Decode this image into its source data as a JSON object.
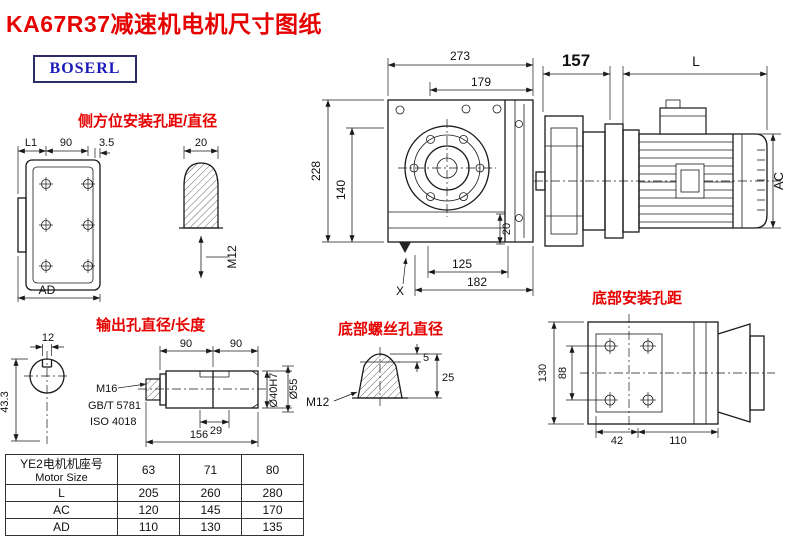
{
  "page": {
    "title": "KA67R37减速机电机尺寸图纸",
    "logo": "BOSERL"
  },
  "labels": {
    "side_mount": "侧方位安装孔距/直径",
    "output": "输出孔直径/长度",
    "bottom_screw": "底部螺丝孔直径",
    "bottom_mount": "底部安装孔距"
  },
  "front_view": {
    "d273": "273",
    "d179": "179",
    "d228": "228",
    "d140": "140",
    "d125": "125",
    "d182": "182",
    "d20": "20",
    "x_mark": "X"
  },
  "right_view": {
    "d157": "157",
    "dL": "L",
    "dAC": "AC"
  },
  "side_view": {
    "dL1": "L1",
    "d90": "90",
    "d35": "3.5",
    "dAD": "AD",
    "hole_d20": "20",
    "hole_m12": "M12"
  },
  "output_view": {
    "d12": "12",
    "d433": "43.3",
    "d90a": "90",
    "d90b": "90",
    "m16": "M16",
    "gbt": "GB/T 5781",
    "iso": "ISO 4018",
    "d29": "29",
    "d156": "156",
    "d40": "Ø40H7",
    "d55": "Ø55"
  },
  "screw_view": {
    "d5": "5",
    "d25": "25",
    "m12": "M12"
  },
  "mount_view": {
    "d130": "130",
    "d88": "88",
    "d42": "42",
    "d110": "110"
  },
  "table": {
    "header": {
      "cn": "YE2电机机座号",
      "en": "Motor Size",
      "cols": [
        "63",
        "71",
        "80"
      ]
    },
    "rows": [
      {
        "label": "L",
        "values": [
          "205",
          "260",
          "280"
        ]
      },
      {
        "label": "AC",
        "values": [
          "120",
          "145",
          "170"
        ]
      },
      {
        "label": "AD",
        "values": [
          "110",
          "130",
          "135"
        ]
      }
    ]
  },
  "colors": {
    "accent_red": "#e60000",
    "logo_blue": "#1a1ab8",
    "line": "#1a1a1a"
  }
}
